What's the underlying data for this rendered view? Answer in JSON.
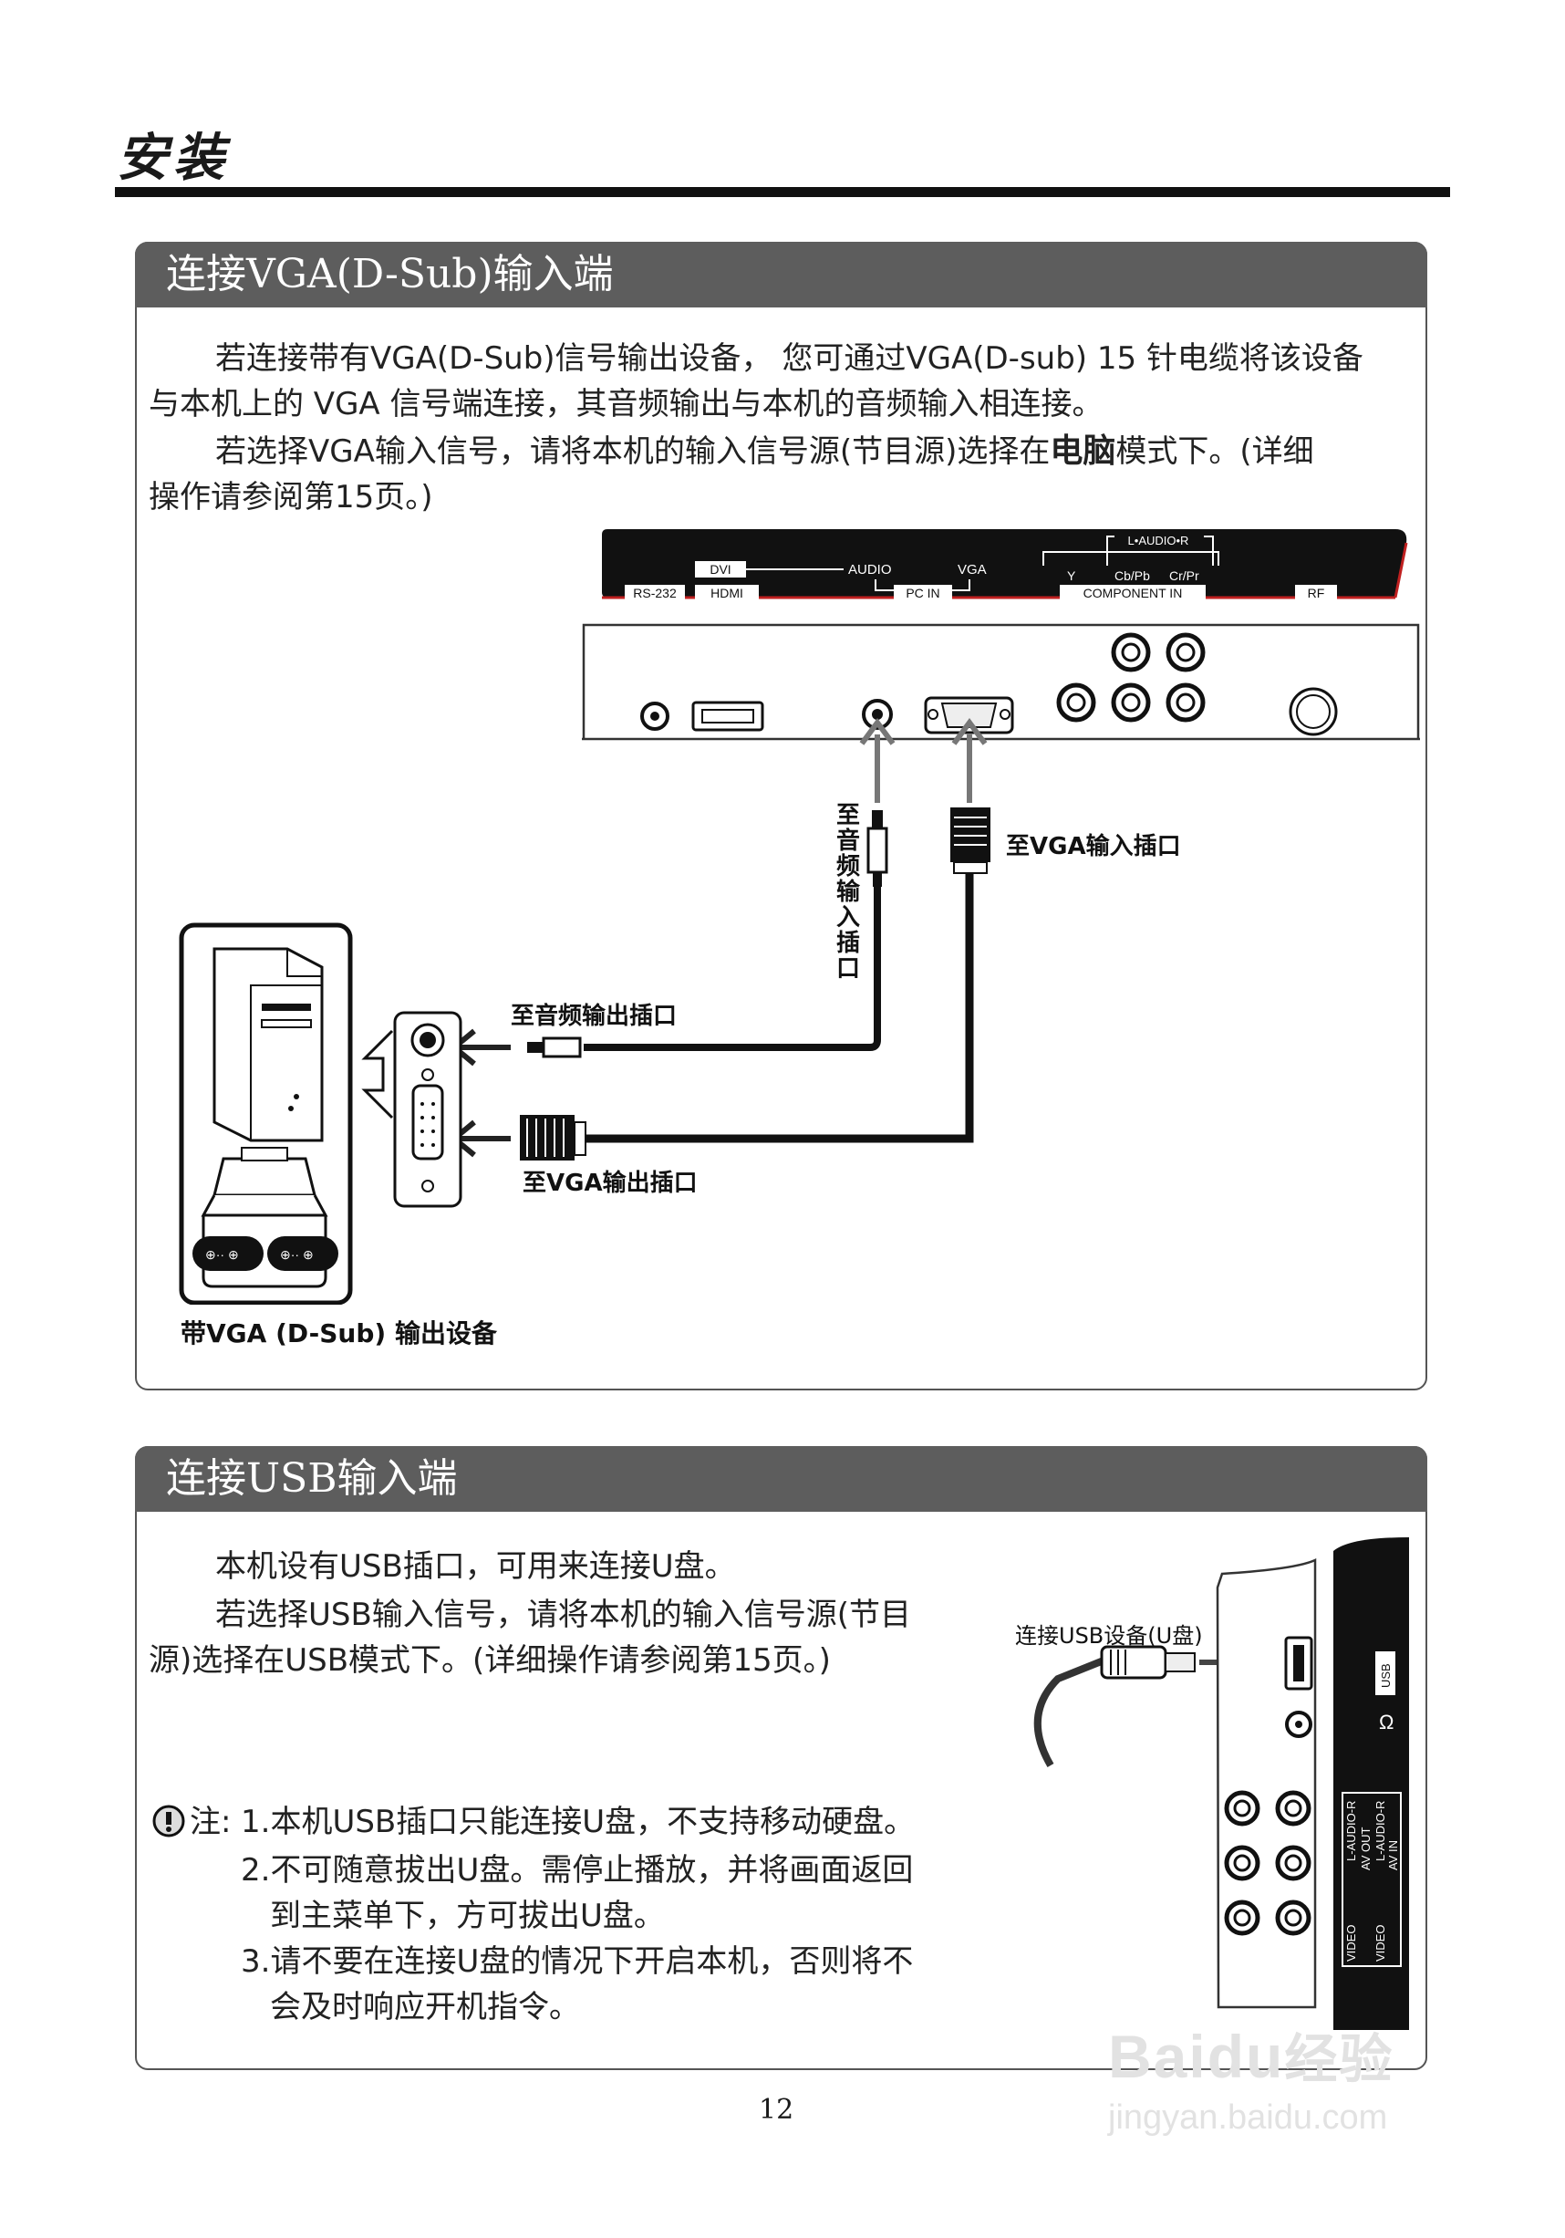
{
  "page": {
    "heading": "安装",
    "page_number": "12"
  },
  "vga_section": {
    "title": "连接VGA(D-Sub)输入端",
    "para1_line1": "若连接带有VGA(D-Sub)信号输出设备， 您可通过VGA(D-sub) 15 针电缆将该设备",
    "para1_line2": "与本机上的 VGA 信号端连接，其音频输出与本机的音频输入相连接。",
    "para2_line1_a": "若选择VGA输入信号，请将本机的输入信号源(节目源)选择在",
    "para2_line1_bold": "电脑",
    "para2_line1_b": "模式下。(详细",
    "para2_line2": "操作请参阅第15页。)",
    "panel_labels": {
      "dvi": "DVI",
      "audio": "AUDIO",
      "vga": "VGA",
      "rs232": "RS-232",
      "hdmi": "HDMI",
      "pc_in": "PC IN",
      "l_audio_r": "L•AUDIO•R",
      "y": "Y",
      "cb_pb": "Cb/Pb",
      "cr_pr": "Cr/Pr",
      "component_in": "COMPONENT IN",
      "rf": "RF"
    },
    "label_to_audio_input": "至音频输入插口",
    "label_to_vga_input": "至VGA输入插口",
    "label_to_audio_output": "至音频输出插口",
    "label_to_vga_output": "至VGA输出插口",
    "device_caption": "带VGA (D-Sub) 输出设备"
  },
  "usb_section": {
    "title": "连接USB输入端",
    "para1": "本机设有USB插口，可用来连接U盘。",
    "para2_line1": "若选择USB输入信号，请将本机的输入信号源(节目",
    "para2_line2": "源)选择在USB模式下。(详细操作请参阅第15页。)",
    "note_prefix": "注:",
    "note1": "1.本机USB插口只能连接U盘，不支持移动硬盘。",
    "note2_line1": "2.不可随意拔出U盘。需停止播放，并将画面返回",
    "note2_line2": "到主菜单下，方可拔出U盘。",
    "note3_line1": "3.请不要在连接U盘的情况下开启本机，否则将不",
    "note3_line2": "会及时响应开机指令。",
    "usb_device_label": "连接USB设备(U盘)",
    "side_labels": {
      "usb": "USB",
      "l_audio_r_out": "L-AUDIO-R",
      "av_out": "AV OUT",
      "video_out": "VIDEO",
      "l_audio_r_in": "L-AUDIO-R",
      "av_in": "AV IN",
      "video_in": "VIDEO"
    }
  },
  "watermark": {
    "brand": "Baidu",
    "brand_cn": "经验",
    "url": "jingyan.baidu.com"
  }
}
